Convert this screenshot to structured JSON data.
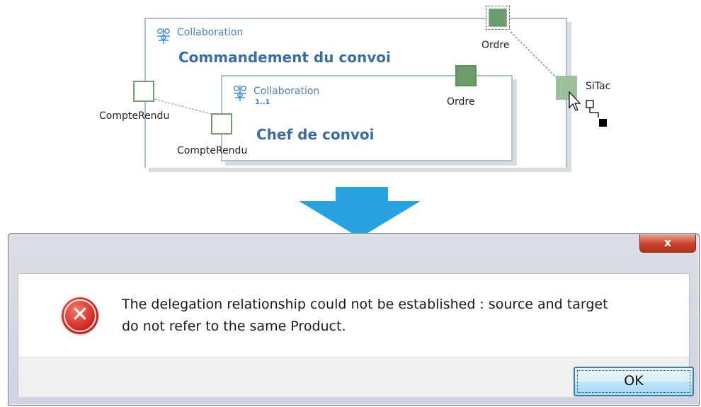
{
  "diagram": {
    "outer_collaboration": {
      "stereotype": "Collaboration",
      "name": "Commandement du convoi"
    },
    "inner_collaboration": {
      "stereotype": "Collaboration",
      "multiplicity": "1..1",
      "name": "Chef de convoi"
    },
    "ports": {
      "outer_top_ordre": "Ordre",
      "inner_ordre": "Ordre",
      "outer_compte_rendu": "CompteRendu",
      "inner_compte_rendu": "CompteRendu",
      "sitac": "SiTac"
    },
    "colors": {
      "port_green": "#6c9b6c",
      "frame_blue": "#aebfd3",
      "title_blue": "#3d6ea3",
      "arrow_blue": "#29a3e0"
    }
  },
  "dialog": {
    "close_label": "x",
    "icon": "error-icon",
    "message_line1": "The delegation relationship could not be established : source and target",
    "message_line2": "do not refer to the same Product.",
    "ok_label": "OK"
  }
}
